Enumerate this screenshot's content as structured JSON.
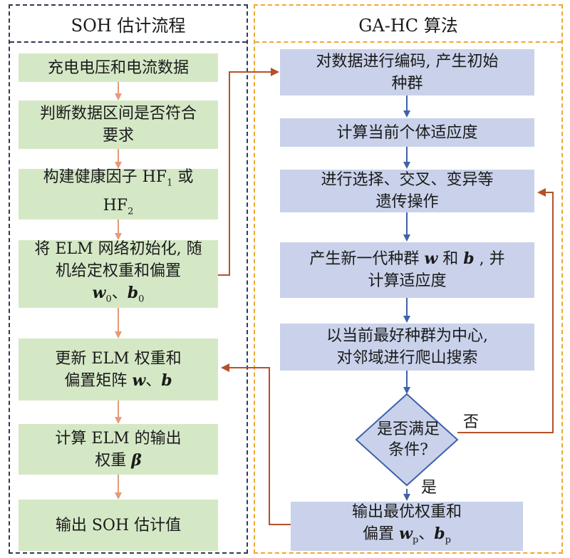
{
  "left_panel": {
    "title": "SOH 估计流程"
  },
  "right_panel": {
    "title": "GA-HC 算法"
  },
  "left_steps": {
    "s1": "充电电压和电流数据",
    "s2_line1": "判断数据区间是否符合",
    "s2_line2": "要求",
    "s3_line1_text": "构建健康因子 HF",
    "s3_line1_sub": "1",
    "s3_line1_tail": " 或",
    "s3_line2_text": "HF",
    "s3_line2_sub": "2",
    "s4_line1": "将 ELM 网络初始化, 随",
    "s4_line2": "机给定权重和偏置",
    "s4_w": "w",
    "s4_w_sub": "0",
    "s4_sep": "、",
    "s4_b": "b",
    "s4_b_sub": "0",
    "s5_line1": "更新 ELM 权重和",
    "s5_line2_text": "偏置矩阵 ",
    "s5_w": "w",
    "s5_sep": "、",
    "s5_b": "b",
    "s6_line1": "计算 ELM 的输出",
    "s6_line2_text": "权重 ",
    "s6_beta": "β",
    "s7": "输出 SOH 估计值"
  },
  "right_steps": {
    "r1_line1": "对数据进行编码, 产生初始",
    "r1_line2": "种群",
    "r2": "计算当前个体适应度",
    "r3_line1": "进行选择、交叉、变异等",
    "r3_line2": "遗传操作",
    "r4_line1_a": "产生新一代种群 ",
    "r4_w": "w",
    "r4_and": " 和 ",
    "r4_b": "b",
    "r4_tail": " , 并",
    "r4_line2": "计算适应度",
    "r5_line1": "以当前最好种群为中心,",
    "r5_line2": "对邻域进行爬山搜索",
    "decision_line1": "是否满足",
    "decision_line2": "条件?",
    "no_label": "否",
    "yes_label": "是",
    "r6_line1": "输出最优权重和",
    "r6_line2_text": "偏置 ",
    "r6_w": "w",
    "r6_w_sub": "p",
    "r6_sep": "、",
    "r6_b": "b",
    "r6_b_sub": "p"
  },
  "colors": {
    "left_border": "#2e3a55",
    "right_border": "#f0a830",
    "green_box": "#d5e8c6",
    "blue_box": "#c9d2ea",
    "orange_arrow": "#e59a78",
    "blue_arrow": "#3e62a8",
    "red_connector": "#b5512a"
  }
}
